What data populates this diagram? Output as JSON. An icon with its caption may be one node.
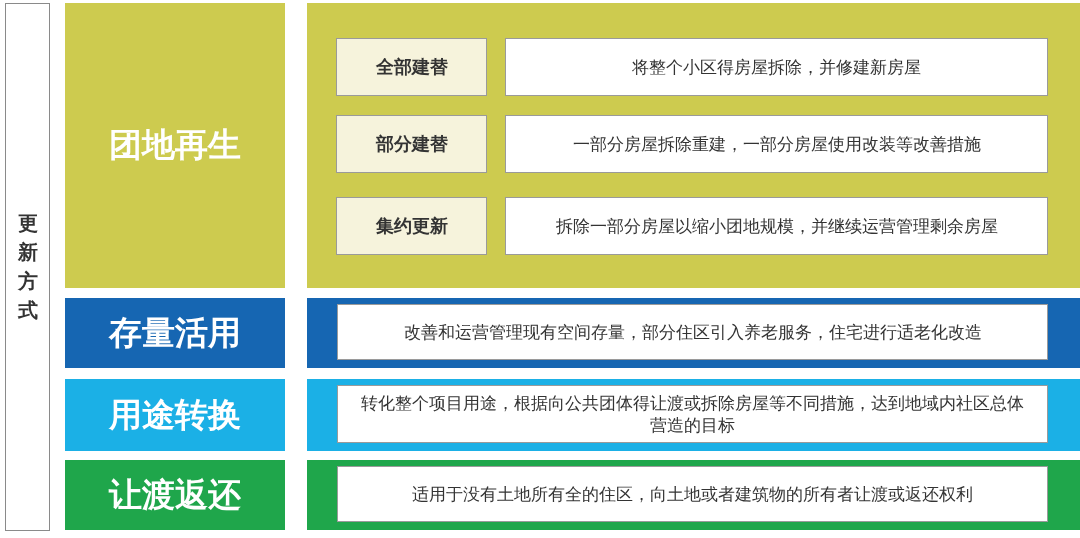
{
  "diagram": {
    "nodes": [
      {
        "text": [
          "更新方式"
        ]
      },
      {
        "text": [
          "团地再生"
        ]
      },
      {
        "text": [],
        "shape": "box"
      },
      {
        "text": [
          "全部建替"
        ],
        "in": 2
      },
      {
        "text": [
          "将整个小区得房屋拆除，并修建新房屋"
        ],
        "in": 2
      },
      {
        "text": [
          "部分建替"
        ],
        "in": 2
      },
      {
        "text": [
          "一部分房屋拆除重建，一部分房屋使用改装等改善措施"
        ],
        "in": 2
      },
      {
        "text": [
          "集约更新"
        ],
        "in": 2
      },
      {
        "text": [
          "拆除一部分房屋以缩小团地规模，并继续运营管理剩余房屋"
        ],
        "in": 2
      },
      {
        "text": [
          "存量活用"
        ]
      },
      {
        "text": [],
        "shape": "box"
      },
      {
        "text": [
          "改善和运营管理现有空间存量，部分住区引入养老服务，住宅进行适老化改造"
        ],
        "in": 10
      },
      {
        "text": [
          "用途转换"
        ]
      },
      {
        "text": [],
        "shape": "box"
      },
      {
        "text": [
          "转化整个项目用途，根据向公共团体得让渡或拆除房屋等不同措施，达到地域内社区总体营造的目标"
        ],
        "in": 13
      },
      {
        "text": [
          "让渡返还"
        ]
      },
      {
        "text": [],
        "shape": "box"
      },
      {
        "text": [
          "适用于没有土地所有全的住区，向土地或者建筑物的所有者让渡或返还权利"
        ],
        "in": 16
      }
    ],
    "edges": []
  }
}
